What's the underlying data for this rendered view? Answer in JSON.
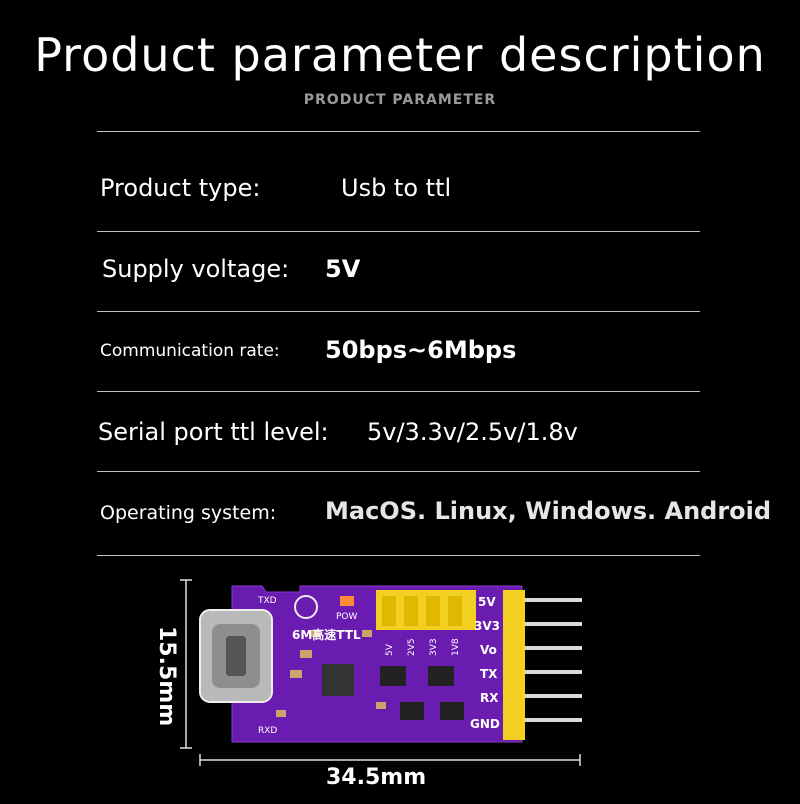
{
  "header": {
    "title": "Product parameter description",
    "subtitle": "PRODUCT PARAMETER"
  },
  "params": [
    {
      "label": "Product type:",
      "value": "Usb to ttl"
    },
    {
      "label": "Supply voltage:",
      "value": "5V"
    },
    {
      "label": "Communication rate:",
      "value": "50bps~6Mbps"
    },
    {
      "label": "Serial port ttl level:",
      "value": "5v/3.3v/2.5v/1.8v"
    },
    {
      "label": "Operating system:",
      "value": "MacOS. Linux, Windows. Android"
    }
  ],
  "product": {
    "height_dimension": "15.5mm",
    "width_dimension": "34.5mm",
    "board_text": "6M高速TTL",
    "led_label_tx": "TXD",
    "led_label_rx": "RXD",
    "power_label": "POW",
    "jumper_labels": [
      "5V",
      "2V5",
      "3V3",
      "1V8"
    ],
    "pin_labels": [
      "5V",
      "3V3",
      "Vo",
      "TX",
      "RX",
      "GND"
    ],
    "colors": {
      "background": "#000000",
      "pcb": "#6a1bb0",
      "header_pins": "#f2d022",
      "connector": "#c8c8c8"
    }
  }
}
